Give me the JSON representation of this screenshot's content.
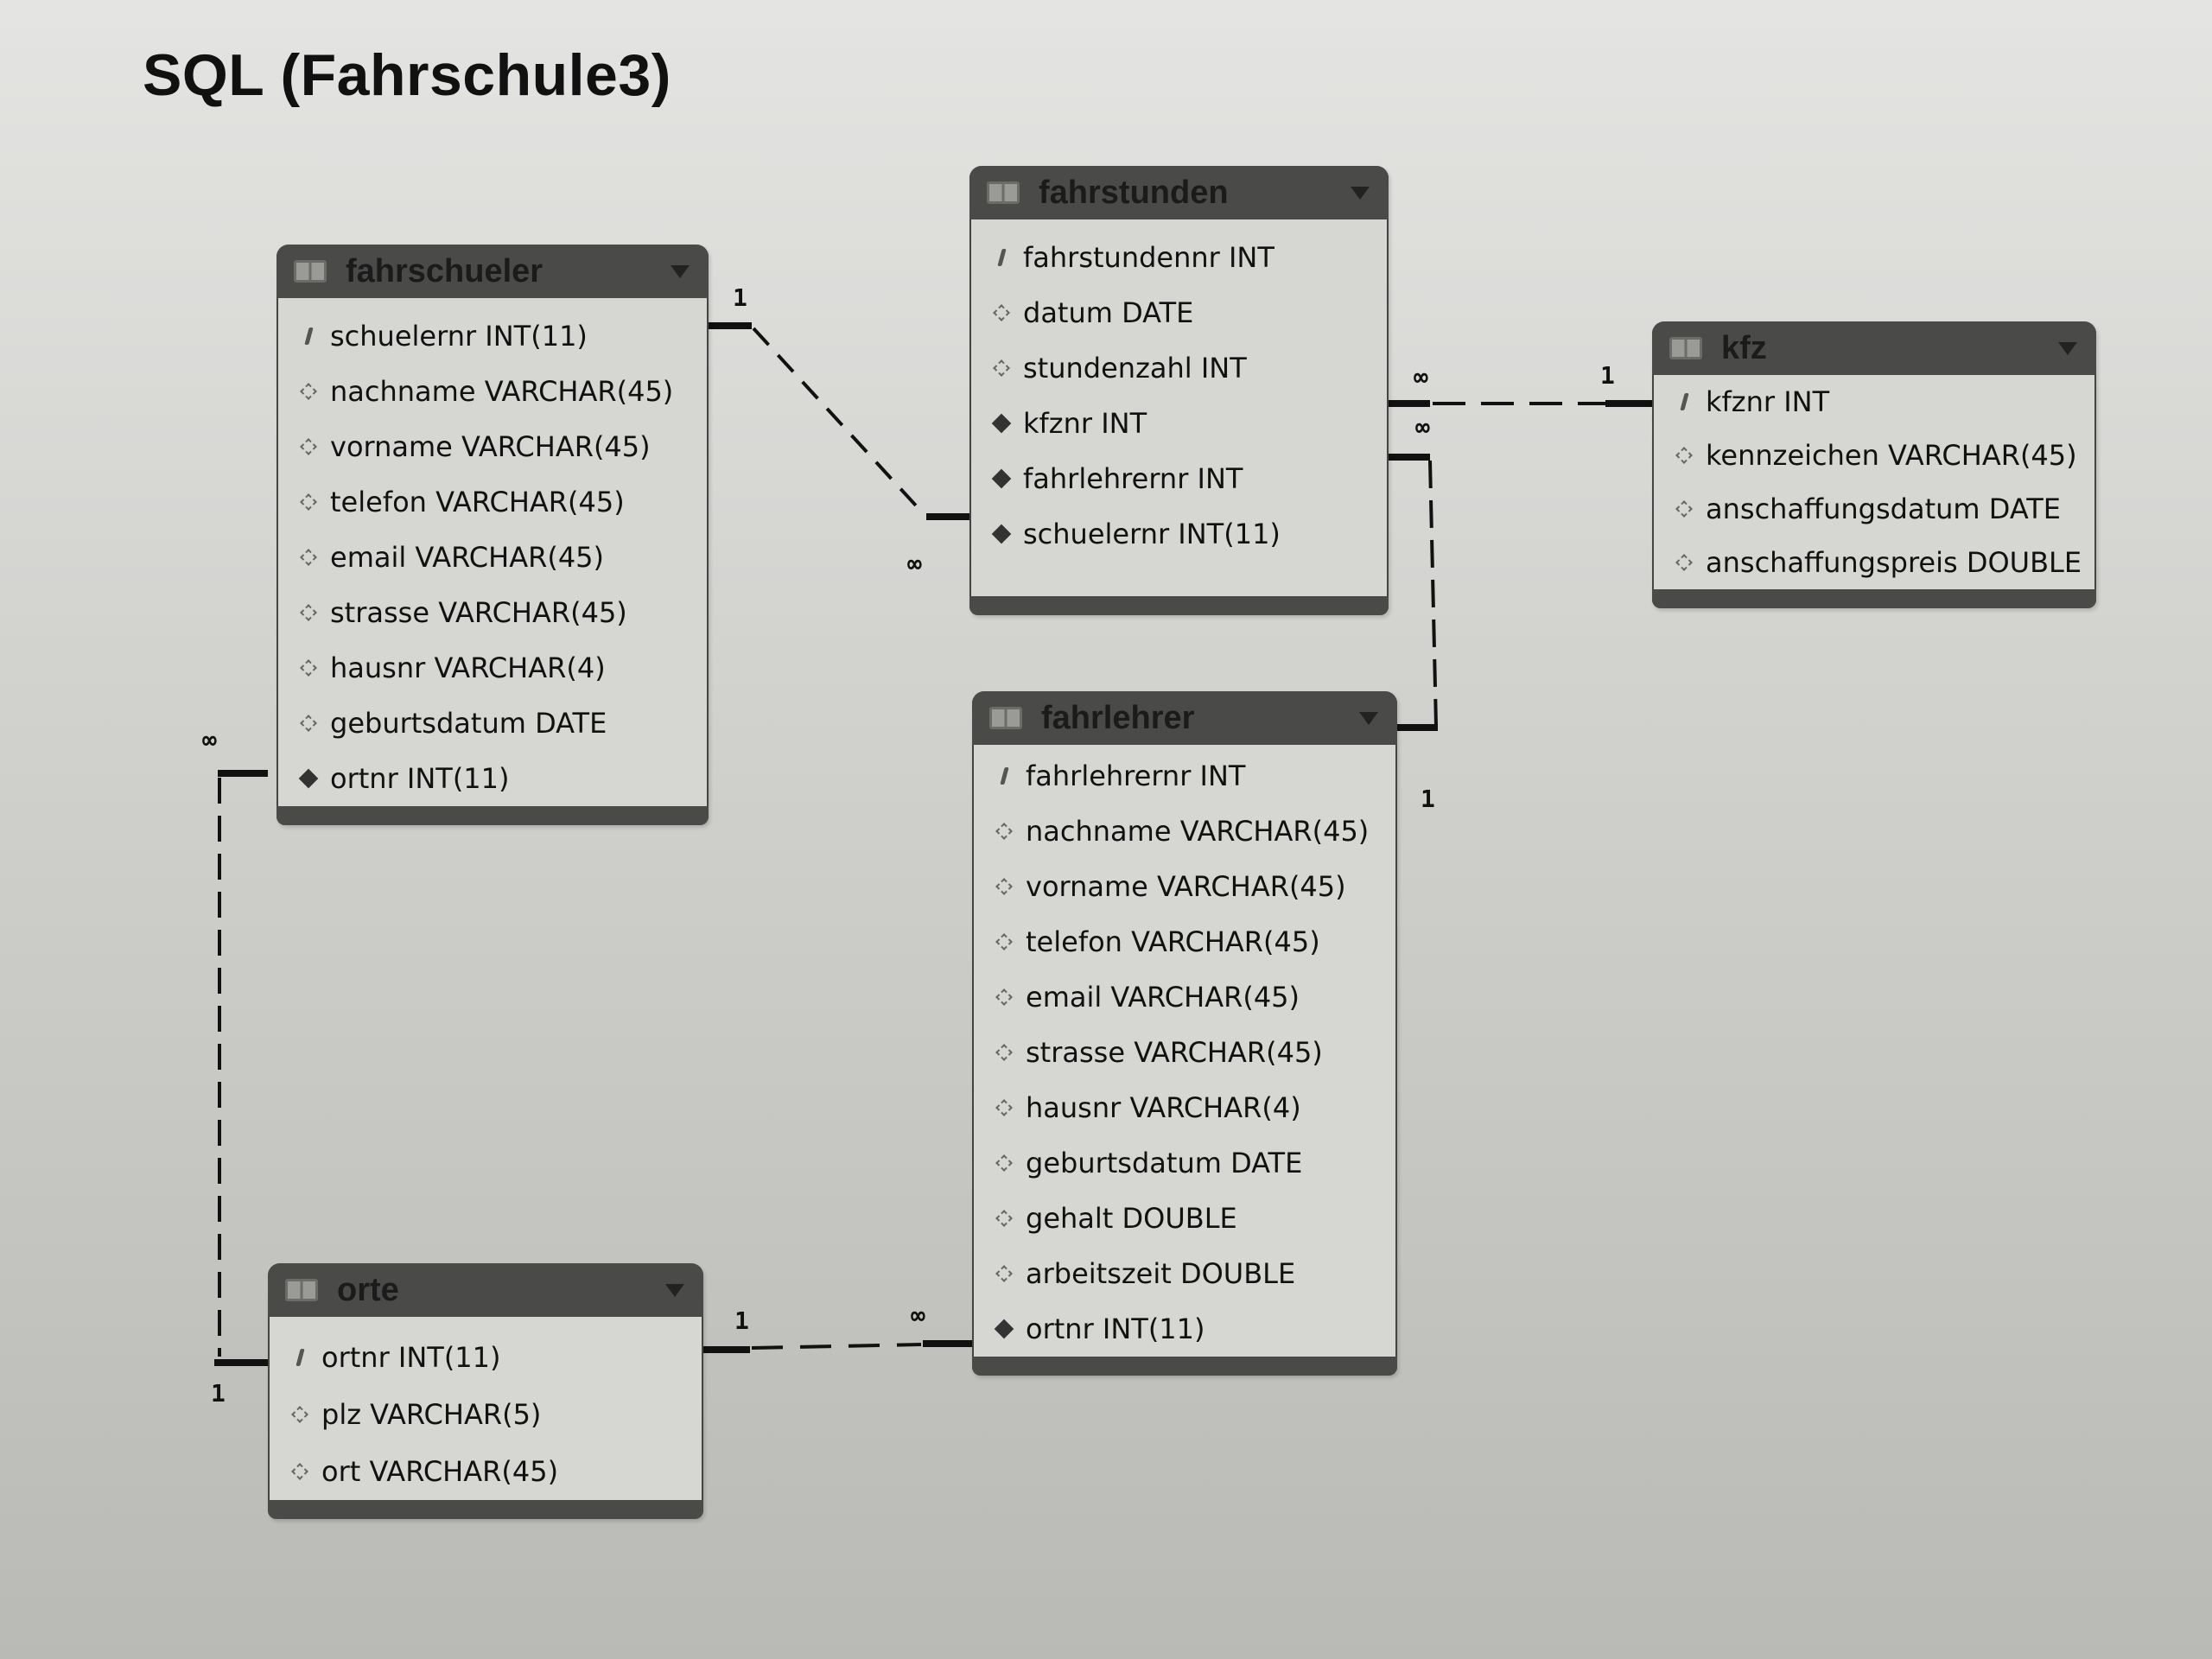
{
  "title": "SQL (Fahrschule3)",
  "tables": {
    "fahrschueler": {
      "name": "fahrschueler",
      "columns": [
        {
          "label": "schuelernr INT(11)",
          "kind": "primary-key"
        },
        {
          "label": "nachname VARCHAR(45)",
          "kind": "attribute"
        },
        {
          "label": "vorname VARCHAR(45)",
          "kind": "attribute"
        },
        {
          "label": "telefon VARCHAR(45)",
          "kind": "attribute"
        },
        {
          "label": "email VARCHAR(45)",
          "kind": "attribute"
        },
        {
          "label": "strasse VARCHAR(45)",
          "kind": "attribute"
        },
        {
          "label": "hausnr VARCHAR(4)",
          "kind": "attribute"
        },
        {
          "label": "geburtsdatum DATE",
          "kind": "attribute"
        },
        {
          "label": "ortnr INT(11)",
          "kind": "foreign-key"
        }
      ]
    },
    "fahrstunden": {
      "name": "fahrstunden",
      "columns": [
        {
          "label": "fahrstundennr INT",
          "kind": "primary-key"
        },
        {
          "label": "datum DATE",
          "kind": "attribute"
        },
        {
          "label": "stundenzahl INT",
          "kind": "attribute"
        },
        {
          "label": "kfznr INT",
          "kind": "foreign-key"
        },
        {
          "label": "fahrlehrernr INT",
          "kind": "foreign-key"
        },
        {
          "label": "schuelernr INT(11)",
          "kind": "foreign-key"
        }
      ]
    },
    "kfz": {
      "name": "kfz",
      "columns": [
        {
          "label": "kfznr INT",
          "kind": "primary-key"
        },
        {
          "label": "kennzeichen VARCHAR(45)",
          "kind": "attribute"
        },
        {
          "label": "anschaffungsdatum DATE",
          "kind": "attribute"
        },
        {
          "label": "anschaffungspreis DOUBLE",
          "kind": "attribute"
        }
      ]
    },
    "fahrlehrer": {
      "name": "fahrlehrer",
      "columns": [
        {
          "label": "fahrlehrernr INT",
          "kind": "primary-key"
        },
        {
          "label": "nachname VARCHAR(45)",
          "kind": "attribute"
        },
        {
          "label": "vorname VARCHAR(45)",
          "kind": "attribute"
        },
        {
          "label": "telefon VARCHAR(45)",
          "kind": "attribute"
        },
        {
          "label": "email VARCHAR(45)",
          "kind": "attribute"
        },
        {
          "label": "strasse VARCHAR(45)",
          "kind": "attribute"
        },
        {
          "label": "hausnr VARCHAR(4)",
          "kind": "attribute"
        },
        {
          "label": "geburtsdatum DATE",
          "kind": "attribute"
        },
        {
          "label": "gehalt DOUBLE",
          "kind": "attribute"
        },
        {
          "label": "arbeitszeit DOUBLE",
          "kind": "attribute"
        },
        {
          "label": "ortnr INT(11)",
          "kind": "foreign-key"
        }
      ]
    },
    "orte": {
      "name": "orte",
      "columns": [
        {
          "label": "ortnr INT(11)",
          "kind": "primary-key"
        },
        {
          "label": "plz VARCHAR(5)",
          "kind": "attribute"
        },
        {
          "label": "ort VARCHAR(45)",
          "kind": "attribute"
        }
      ]
    }
  },
  "relationships": [
    {
      "from": "fahrschueler",
      "to": "fahrstunden",
      "from_card": "1",
      "to_card": "∞"
    },
    {
      "from": "kfz",
      "to": "fahrstunden",
      "from_card": "1",
      "to_card": "∞"
    },
    {
      "from": "fahrlehrer",
      "to": "fahrstunden",
      "from_card": "1",
      "to_card": "∞"
    },
    {
      "from": "orte",
      "to": "fahrschueler",
      "from_card": "1",
      "to_card": "∞"
    },
    {
      "from": "orte",
      "to": "fahrlehrer",
      "from_card": "1",
      "to_card": "∞"
    }
  ],
  "colors": {
    "header": "#4a4a48",
    "body": "#d6d6d3",
    "line": "#111111"
  }
}
